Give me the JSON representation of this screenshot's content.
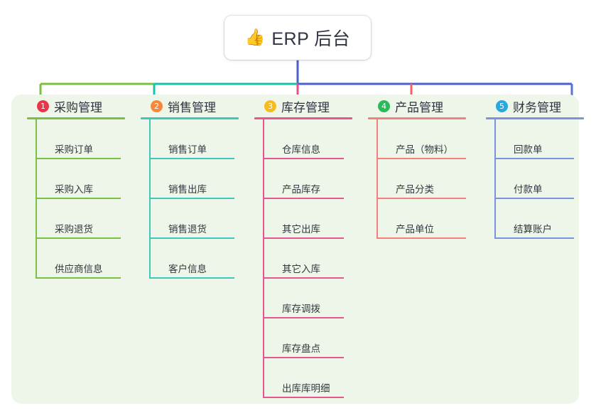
{
  "root": {
    "icon": "thumbs-up-emoji",
    "emoji": "👍",
    "title": "ERP 后台"
  },
  "theme": {
    "canvas_bg": "#eef6e9",
    "page_bg": "#ffffff",
    "text": "#2f3440"
  },
  "connectors": {
    "trunk_color": "#4a5fd0",
    "bar_segments": [
      {
        "color": "#7ac143",
        "from": "branch-1",
        "to": "branch-2"
      },
      {
        "color": "#16c3a8",
        "from": "branch-2",
        "to": "branch-3"
      },
      {
        "color": "#4a5fd0",
        "from": "branch-3",
        "to": "branch-5"
      }
    ],
    "drops": [
      {
        "color": "#7ac143",
        "branch": 1
      },
      {
        "color": "#16c3a8",
        "branch": 2
      },
      {
        "color": "#ea4c8d",
        "branch": 3
      },
      {
        "color": "#f4645f",
        "branch": 4
      },
      {
        "color": "#5a72d6",
        "branch": 5
      }
    ]
  },
  "branches": [
    {
      "badge": "1",
      "badge_color": "#e8374a",
      "line_color": "#7ac143",
      "title": "采购管理",
      "items": [
        {
          "label": "采购订单"
        },
        {
          "label": "采购入库"
        },
        {
          "label": "采购退货"
        },
        {
          "label": "供应商信息"
        }
      ]
    },
    {
      "badge": "2",
      "badge_color": "#f5883b",
      "line_color": "#3fc7bb",
      "title": "销售管理",
      "items": [
        {
          "label": "销售订单"
        },
        {
          "label": "销售出库"
        },
        {
          "label": "销售退货"
        },
        {
          "label": "客户信息"
        }
      ]
    },
    {
      "badge": "3",
      "badge_color": "#f5bc1e",
      "line_color": "#e8558f",
      "title": "库存管理",
      "items": [
        {
          "label": "仓库信息"
        },
        {
          "label": "产品库存"
        },
        {
          "label": "其它出库"
        },
        {
          "label": "其它入库"
        },
        {
          "label": "库存调拨"
        },
        {
          "label": "库存盘点"
        },
        {
          "label": "出库库明细"
        }
      ]
    },
    {
      "badge": "4",
      "badge_color": "#2eb85c",
      "line_color": "#f4807c",
      "title": "产品管理",
      "items": [
        {
          "label": "产品（物料）"
        },
        {
          "label": "产品分类"
        },
        {
          "label": "产品单位"
        }
      ]
    },
    {
      "badge": "5",
      "badge_color": "#29a8e0",
      "line_color": "#7b92dd",
      "title": "财务管理",
      "items": [
        {
          "label": "回款单"
        },
        {
          "label": "付款单"
        },
        {
          "label": "结算账户"
        }
      ]
    }
  ]
}
